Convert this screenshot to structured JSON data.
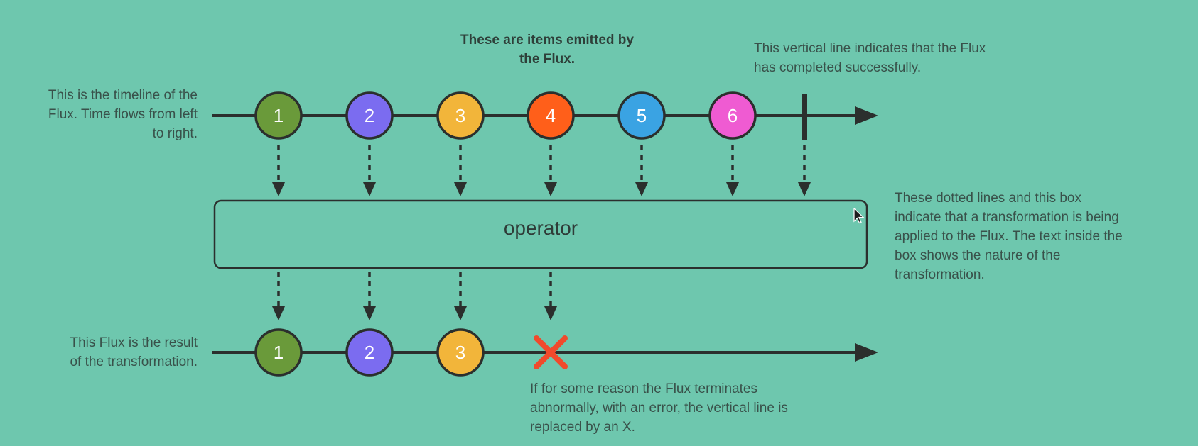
{
  "source_items": [
    {
      "label": "1",
      "color": "#6a9a3a"
    },
    {
      "label": "2",
      "color": "#7b6cf0"
    },
    {
      "label": "3",
      "color": "#f2b53a"
    },
    {
      "label": "4",
      "color": "#ff5f1a"
    },
    {
      "label": "5",
      "color": "#3aa3e3"
    },
    {
      "label": "6",
      "color": "#ef5bd2"
    }
  ],
  "result_items": [
    {
      "label": "1",
      "color": "#6a9a3a"
    },
    {
      "label": "2",
      "color": "#7b6cf0"
    },
    {
      "label": "3",
      "color": "#f2b53a"
    }
  ],
  "error_color": "#f04a2c",
  "line_color": "#2b2f2d",
  "operator_label": "operator",
  "notes": {
    "items_emitted": "These are items emitted by\nthe Flux.",
    "completed": "This vertical line indicates that the Flux\nhas completed successfully.",
    "timeline": "This is the timeline of the\nFlux. Time flows from left\nto right.",
    "transformation_box": "These dotted lines and this box\nindicate that a transformation is being\napplied to the Flux. The text inside the\nbox shows the nature of the\ntransformation.",
    "result": "This Flux is the result\nof the transformation.",
    "error": "If for some reason the Flux terminates\nabnormally, with an error, the vertical line is\nreplaced by an X."
  }
}
